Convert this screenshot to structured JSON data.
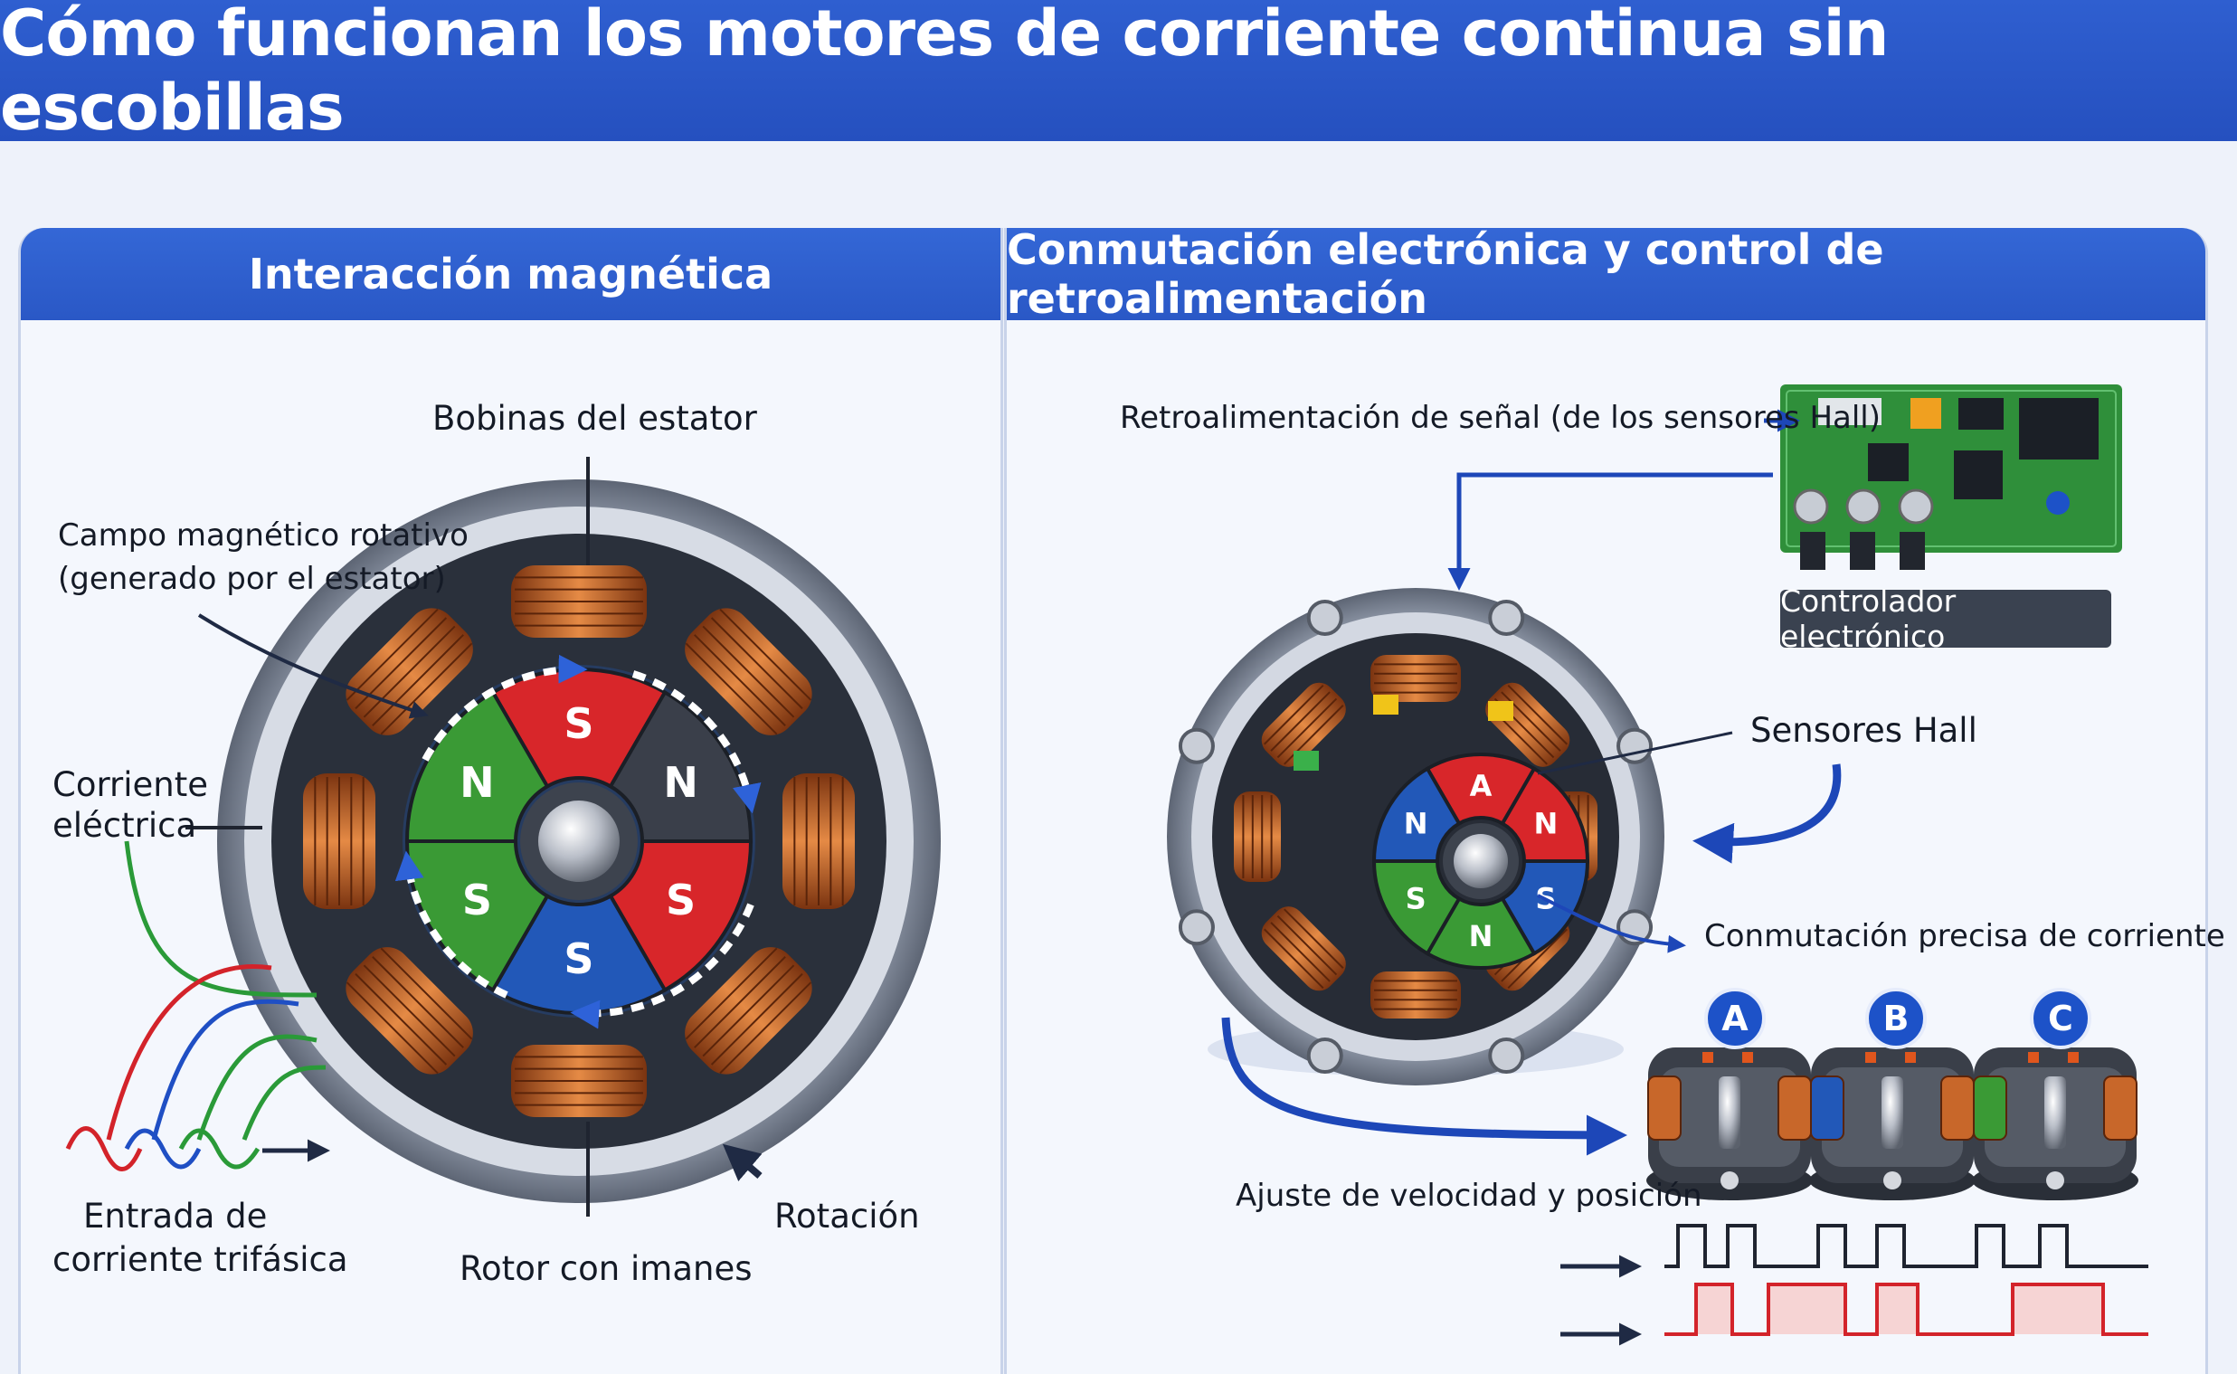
{
  "title": "Cómo funcionan los motores de corriente continua sin escobillas",
  "panels": {
    "left": {
      "heading": "Interacción magnética",
      "labels": {
        "stator_coils": "Bobinas del estator",
        "rotating_field_1": "Campo magnético rotativo",
        "rotating_field_2": "(generado por el estator)",
        "current_1": "Corriente",
        "current_2": "eléctrica",
        "input_1": "Entrada de",
        "input_2": "corriente trifásica",
        "rotor": "Rotor con imanes",
        "rotation": "Rotación"
      },
      "rotor_poles": [
        "S",
        "N",
        "S",
        "S",
        "S",
        "N"
      ]
    },
    "right": {
      "heading": "Conmutación electrónica y control de retroalimentación",
      "labels": {
        "feedback": "Retroalimentación de señal (de los sensores Hall)",
        "controller": "Controlador electrónico",
        "hall": "Sensores Hall",
        "commutation": "Conmutación precisa de corriente",
        "adjust": "Ajuste de velocidad y posición"
      },
      "rotor_poles": [
        "A",
        "N",
        "S",
        "N",
        "S",
        "N"
      ],
      "phases": [
        "A",
        "B",
        "C"
      ]
    }
  },
  "colors": {
    "header_blue": "#2a58c6",
    "copper": "#c8672a",
    "pole_red": "#d8262a",
    "pole_blue": "#2258b8",
    "pole_green": "#3a9a35",
    "pcb_green": "#2f8f3a"
  }
}
